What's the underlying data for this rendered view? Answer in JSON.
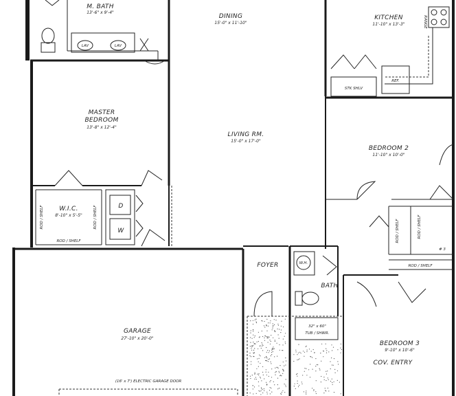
{
  "rooms": {
    "bath_master": {
      "name": "M. BATH",
      "dims": "13'-6\" x 9'-4\""
    },
    "dining": {
      "name": "DINING",
      "dims": "15'-0\" x 11'-10\""
    },
    "kitchen": {
      "name": "KITCHEN",
      "dims": "11'-10\" x 13'-3\""
    },
    "master": {
      "name_line1": "MASTER",
      "name_line2": "BEDROOM",
      "dims": "13'-8\" x 12'-4\""
    },
    "living": {
      "name": "LIVING RM.",
      "dims": "15'-0\" x 17'-0\""
    },
    "bedroom2": {
      "name": "BEDROOM 2",
      "dims": "11'-10\" x 10'-0\""
    },
    "wic": {
      "name": "W.I.C.",
      "dims": "8'-10\" x 5'-5\""
    },
    "foyer": {
      "name": "FOYER"
    },
    "bath": {
      "name": "BATH"
    },
    "garage": {
      "name": "GARAGE",
      "dims": "27'-10\" x 20'-0\""
    },
    "bedroom3": {
      "name": "BEDROOM 3",
      "dims": "9'-10\" x 10'-6\""
    },
    "cov_entry": {
      "name": "COV. ENTRY"
    }
  },
  "fixtures": {
    "stk_shlv": "STK SHLV",
    "ref": "REF.",
    "range": "RANGE",
    "dryer": "D",
    "washer": "W",
    "tub": "32\" x 60\"",
    "tub2": "TUB / SHWR.",
    "rod_shelf_wic_bottom": "ROD / SHELF",
    "rod_shelf_wic_left": "ROD / SHELF",
    "rod_shelf_wic_right": "ROD / SHELF",
    "rod_shelf_b3_a": "ROD / SHELF",
    "rod_shelf_b3_b": "ROD / SHELF",
    "rod_shelf_b3_c": "ROD / SHELF",
    "garage_door": "(16' x 7') ELECTRIC GARAGE DOOR",
    "wh": "W.H.",
    "lav1": "LAV",
    "lav2": "LAV",
    "b3_mark": "# 3"
  }
}
